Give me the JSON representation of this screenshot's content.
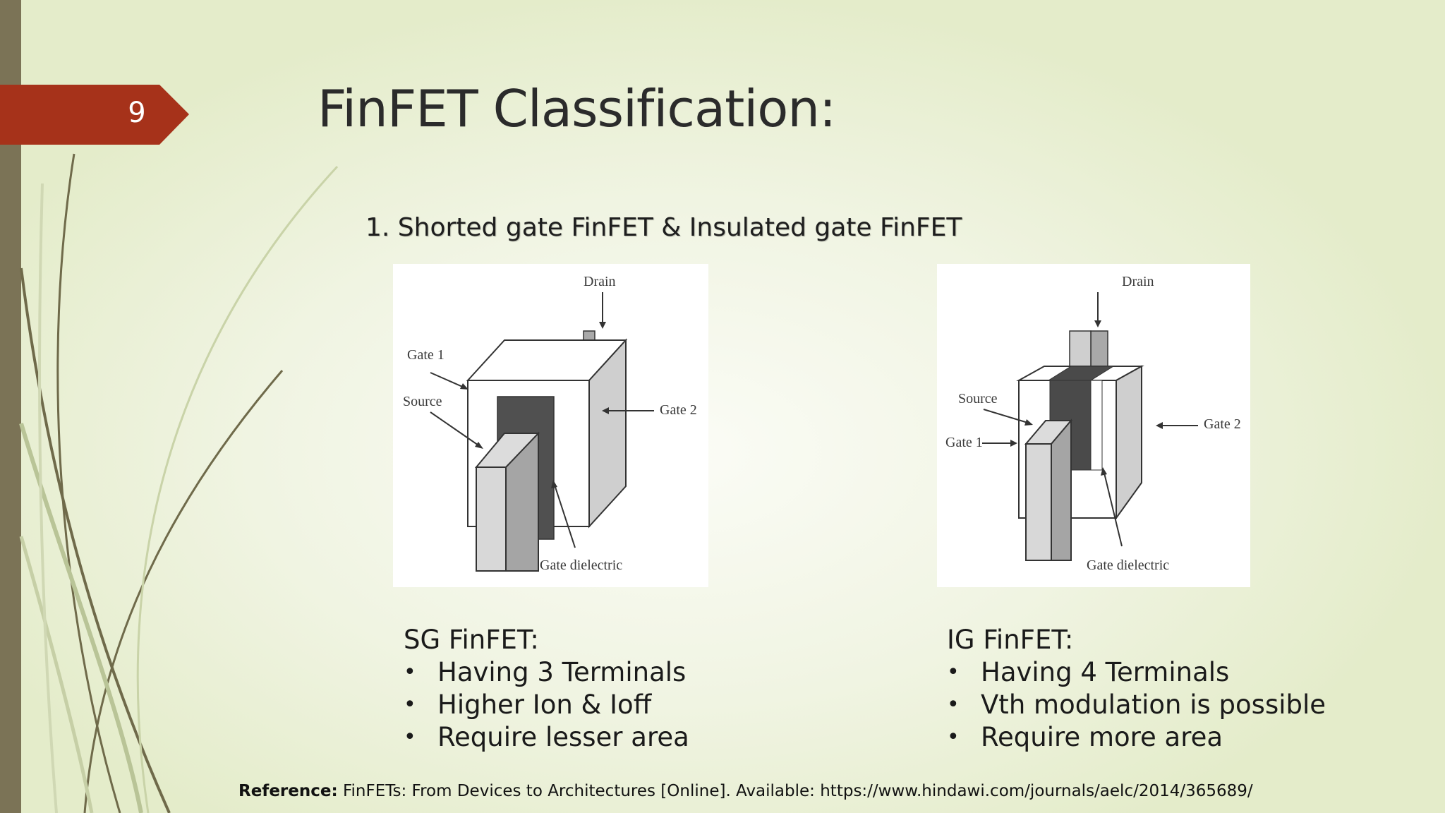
{
  "slide": {
    "number": "9",
    "title": "FinFET Classification:",
    "subtitle": "1. Shorted gate FinFET & Insulated gate FinFET",
    "colors": {
      "accent_tab": "#a6321a",
      "left_bar": "#7b7356",
      "background": "#eef2dc"
    }
  },
  "figures": {
    "sg": {
      "labels": {
        "drain": "Drain",
        "gate1": "Gate 1",
        "source": "Source",
        "gate2": "Gate 2",
        "dielectric": "Gate dielectric"
      }
    },
    "ig": {
      "labels": {
        "drain": "Drain",
        "source": "Source",
        "gate1": "Gate 1",
        "gate2": "Gate 2",
        "dielectric": "Gate dielectric"
      }
    }
  },
  "columns": {
    "sg": {
      "heading": "SG FinFET:",
      "bullets": [
        "Having 3 Terminals",
        "Higher Ion & Ioff",
        "Require lesser area"
      ]
    },
    "ig": {
      "heading": "IG FinFET:",
      "bullets": [
        "Having 4 Terminals",
        "Vth modulation is possible",
        "Require more area"
      ]
    }
  },
  "bullet_glyph": "•",
  "reference": {
    "label": "Reference:",
    "text": "FinFETs: From Devices to Architectures [Online]. Available: https://www.hindawi.com/journals/aelc/2014/365689/"
  }
}
